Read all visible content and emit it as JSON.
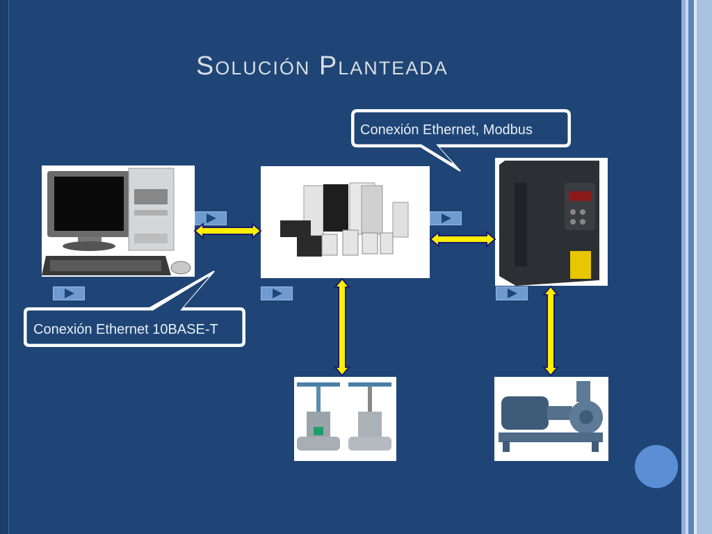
{
  "slide": {
    "title": "Solución Planteada",
    "accent": "#1f4576"
  },
  "callouts": {
    "modbus": "Conexión Ethernet, Modbus",
    "ethernet": "Conexión Ethernet 10BASE-T"
  },
  "devices": [
    {
      "name": "computer",
      "icon": "desktop-computer-icon"
    },
    {
      "name": "servo-drives",
      "icon": "servo-drives-icon"
    },
    {
      "name": "frequency-inverter",
      "icon": "frequency-inverter-icon"
    },
    {
      "name": "valves",
      "icon": "valve-icon"
    },
    {
      "name": "pump",
      "icon": "pump-motor-icon"
    }
  ],
  "colors": {
    "connector_fill": "#ffee00",
    "connector_outline": "#1a1a6e",
    "nav_button": "#6f9bd1"
  }
}
